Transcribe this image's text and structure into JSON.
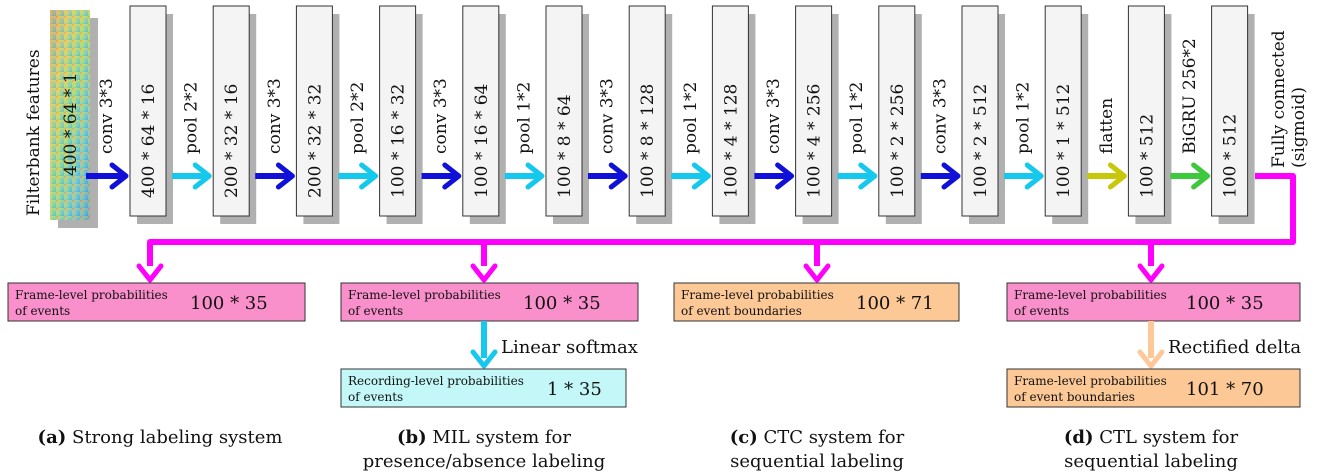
{
  "input": {
    "label": "Filterbank features",
    "shape": "400 * 64 * 1"
  },
  "chain": [
    {
      "op": "conv 3*3",
      "shape": "400 * 64 * 16"
    },
    {
      "op": "pool 2*2",
      "shape": "200 * 32 * 16"
    },
    {
      "op": "conv 3*3",
      "shape": "200 * 32 * 32"
    },
    {
      "op": "pool 2*2",
      "shape": "100 * 16 * 32"
    },
    {
      "op": "conv 3*3",
      "shape": "100 * 16 * 64"
    },
    {
      "op": "pool 1*2",
      "shape": "100 * 8 * 64"
    },
    {
      "op": "conv 3*3",
      "shape": "100 * 8 * 128"
    },
    {
      "op": "pool 1*2",
      "shape": "100 * 4 * 128"
    },
    {
      "op": "conv 3*3",
      "shape": "100 * 4 * 256"
    },
    {
      "op": "pool 1*2",
      "shape": "100 * 2 * 256"
    },
    {
      "op": "conv 3*3",
      "shape": "100 * 2 * 512"
    },
    {
      "op": "pool 1*2",
      "shape": "100 * 1 * 512"
    },
    {
      "op": "flatten",
      "shape": "100 * 512"
    },
    {
      "op": "BiGRU 256*2",
      "shape": "100 * 512"
    }
  ],
  "final_op": {
    "line1": "Fully connected",
    "line2": "(sigmoid)"
  },
  "colors": {
    "conv": "#1010d8",
    "pool": "#14c8ee",
    "flatten": "#c8c80a",
    "bigru": "#3ec83e",
    "magenta": "#ff00ff",
    "peach_arrow": "#ffc898",
    "pink_box": "#f990cc",
    "orange_box": "#fcc896",
    "cyan_box": "#c4f8f8"
  },
  "systems": {
    "a": {
      "box": {
        "line1": "Frame-level probabilities",
        "line2": "of events",
        "shape": "100 * 35"
      },
      "caption": {
        "tag": "(a)",
        "line1": "Strong labeling system",
        "line2": ""
      }
    },
    "b": {
      "box": {
        "line1": "Frame-level probabilities",
        "line2": "of events",
        "shape": "100 * 35"
      },
      "op": "Linear softmax",
      "box2": {
        "line1": "Recording-level probabilities",
        "line2": "of events",
        "shape": "1 * 35"
      },
      "caption": {
        "tag": "(b)",
        "line1": "MIL system for",
        "line2": "presence/absence labeling"
      }
    },
    "c": {
      "box": {
        "line1": "Frame-level probabilities",
        "line2": "of event boundaries",
        "shape": "100 * 71"
      },
      "caption": {
        "tag": "(c)",
        "line1": "CTC system for",
        "line2": "sequential labeling"
      }
    },
    "d": {
      "box": {
        "line1": "Frame-level probabilities",
        "line2": "of events",
        "shape": "100 * 35"
      },
      "op": "Rectified delta",
      "box2": {
        "line1": "Frame-level probabilities",
        "line2": "of event boundaries",
        "shape": "101 * 70"
      },
      "caption": {
        "tag": "(d)",
        "line1": "CTL system for",
        "line2": "sequential labeling"
      }
    }
  }
}
